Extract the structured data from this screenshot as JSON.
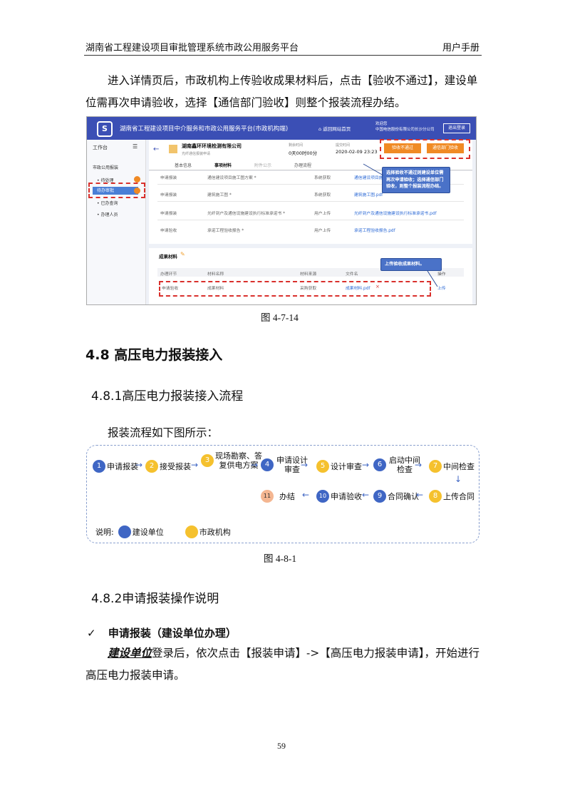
{
  "header": {
    "left": "湖南省工程建设项目审批管理系统市政公用服务平台",
    "right": "用户手册"
  },
  "intro_text": "进入详情页后，市政机构上传验收成果材料后，点击【验收不通过】，建设单位需再次申请验收，选择【通信部门验收】则整个报装流程办结。",
  "screenshot": {
    "title": "湖南省工程建设项目中介服务和市政公用服务平台(市政机构端)",
    "home": "返回网站首页",
    "welcome": "欢迎您",
    "company": "中国电信股份有限公司长沙分公司",
    "logout": "退出登录",
    "sidebar": {
      "workbench": "工作台",
      "section": "市政公用报装",
      "items": [
        "待处理",
        "待办审批",
        "已办查询",
        "办理人员"
      ]
    },
    "company_name": "湖南鑫环环境检测有限公司",
    "company_sub": "光纤通信报装申请",
    "time_label": "剩余时间",
    "time_value": "0天00时00分",
    "date_label": "提交时间",
    "date_value": "2020-02-09 23:23",
    "btn_fail": "验收不通过",
    "btn_pass": "通信部门验收",
    "tabs": [
      "基本信息",
      "事项材料",
      "附件公示",
      "办理流程"
    ],
    "rows": [
      {
        "a": "申请报装",
        "b": "通信建设项目施工图方案 *",
        "c": "系统获取",
        "d": "通信建设项目施工..."
      },
      {
        "a": "申请报装",
        "b": "建筑施工图 *",
        "c": "系统获取",
        "d": "建筑施工图.pdf"
      },
      {
        "a": "申请报装",
        "b": "光纤到户及通信设施建设执行标准承诺书 *",
        "c": "用户上传",
        "d": "光纤到户及通信设施建设执行标准承诺书.pdf"
      },
      {
        "a": "申请验收",
        "b": "承诺工程验收报告 *",
        "c": "用户上传",
        "d": "承诺工程验收报告.pdf"
      }
    ],
    "result_title": "成果材料",
    "result_headers": [
      "办理环节",
      "材料名称",
      "材料来源",
      "文件名",
      "操作"
    ],
    "result_row": {
      "a": "申请验收",
      "b": "成果材料",
      "c": "采购获取",
      "d": "成果材料.pdf",
      "x": "×",
      "op": "上传"
    },
    "callout1": "选择验收不通过则建设单位需再次申请验收；选择通信部门验收，则整个报装流程办结。",
    "callout2": "上传验收成果材料。"
  },
  "fig1_caption": "图 4-7-14",
  "section_title": "4.8  高压电力报装接入",
  "subsection1": "4.8.1高压电力报装接入流程",
  "flow_intro": "报装流程如下图所示：",
  "flow": {
    "nodes": [
      {
        "num": "1",
        "label": "申请报装",
        "color": "blue"
      },
      {
        "num": "2",
        "label": "接受报装",
        "color": "orange"
      },
      {
        "num": "3",
        "label": "现场勘察、答复供电方案",
        "color": "orange"
      },
      {
        "num": "4",
        "label": "申请设计审查",
        "color": "blue"
      },
      {
        "num": "5",
        "label": "设计审查",
        "color": "orange"
      },
      {
        "num": "6",
        "label": "启动中间检查",
        "color": "blue"
      },
      {
        "num": "7",
        "label": "中间检查",
        "color": "orange"
      },
      {
        "num": "8",
        "label": "上传合同",
        "color": "orange"
      },
      {
        "num": "9",
        "label": "合同确认",
        "color": "blue"
      },
      {
        "num": "10",
        "label": "申请验收",
        "color": "blue"
      },
      {
        "num": "11",
        "label": "办结",
        "color": "peach"
      }
    ],
    "legend_label": "说明:",
    "legend_blue": "建设单位",
    "legend_orange": "市政机构"
  },
  "fig2_caption": "图 4-8-1",
  "subsection2": "4.8.2申请报装操作说明",
  "check_title": "申请报装（建设单位办理）",
  "instr_emph": "建设单位",
  "instr_text": "登录后，依次点击【报装申请】->【高压电力报装申请】，开始进行高压电力报装申请。",
  "page_number": "59"
}
